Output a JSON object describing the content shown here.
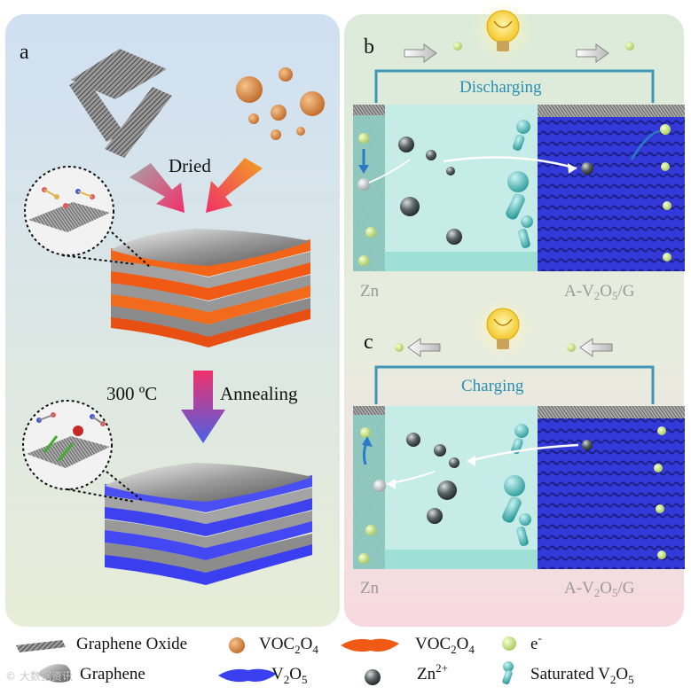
{
  "panel_a": {
    "label": "a",
    "dried": "Dried",
    "temperature": "300 ºC",
    "annealing": "Annealing"
  },
  "panel_b": {
    "label": "b",
    "mode": "Discharging",
    "anode": "Zn",
    "cathode": "A-V",
    "cathode_sub1": "2",
    "cathode_mid": "O",
    "cathode_sub2": "5",
    "cathode_end": "/G"
  },
  "panel_c": {
    "label": "c",
    "mode": "Charging",
    "anode": "Zn",
    "cathode": "A-V",
    "cathode_sub1": "2",
    "cathode_mid": "O",
    "cathode_sub2": "5",
    "cathode_end": "/G"
  },
  "legend": {
    "graphene_oxide": "Graphene Oxide",
    "voc_particle": "VOC",
    "voc_particle_sub1": "2",
    "voc_particle_mid": "O",
    "voc_particle_sub2": "4",
    "voc_layer": "VOC",
    "voc_layer_sub1": "2",
    "voc_layer_mid": "O",
    "voc_layer_sub2": "4",
    "electron": "e",
    "electron_sup": "-",
    "graphene": "Graphene",
    "v2o5": "V",
    "v2o5_sub1": "2",
    "v2o5_mid": "O",
    "v2o5_sub2": "5",
    "zn_ion": "Zn",
    "zn_ion_sup": "2+",
    "saturated": "Saturated V",
    "saturated_sub1": "2",
    "saturated_mid": "O",
    "saturated_sub2": "5"
  },
  "watermark": "©  大数据资讯",
  "colors": {
    "panel_a_bg_top": "#cfe0f2",
    "panel_a_bg_bottom": "#e6ecd6",
    "panel_bc_bg_top": "#dbead9",
    "panel_bc_bg_bottom": "#f6dbe0",
    "voc_orange": "#f05a14",
    "v2o5_blue": "#3a3ff0",
    "electrolyte": "#bfe8e2",
    "circuit": "#3f97b5",
    "electron_green": "#d9f08a"
  }
}
